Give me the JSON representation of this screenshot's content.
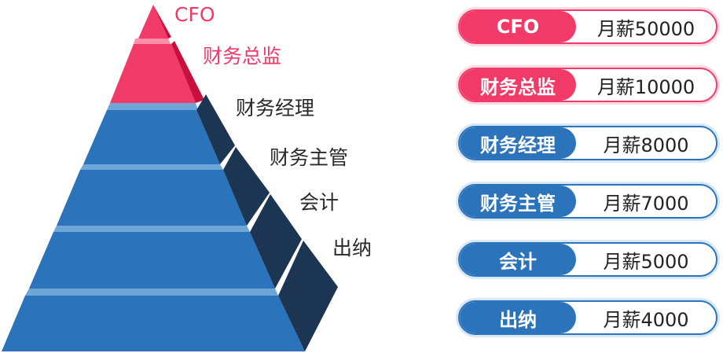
{
  "colors": {
    "pink": "#f23a68",
    "pink_dark": "#c8103e",
    "pink_light": "#ffd9e2",
    "blue": "#2b73ba",
    "blue_dark": "#1c3553",
    "blue_light": "#d7e7f6",
    "label_dark": "#2a2a2a"
  },
  "levels": [
    {
      "role": "CFO",
      "salary": "月薪50000",
      "tone": "pink"
    },
    {
      "role": "财务总监",
      "salary": "月薪10000",
      "tone": "pink"
    },
    {
      "role": "财务经理",
      "salary": "月薪8000",
      "tone": "blue"
    },
    {
      "role": "财务主管",
      "salary": "月薪7000",
      "tone": "blue"
    },
    {
      "role": "会计",
      "salary": "月薪5000",
      "tone": "blue"
    },
    {
      "role": "出纳",
      "salary": "月薪4000",
      "tone": "blue"
    }
  ]
}
